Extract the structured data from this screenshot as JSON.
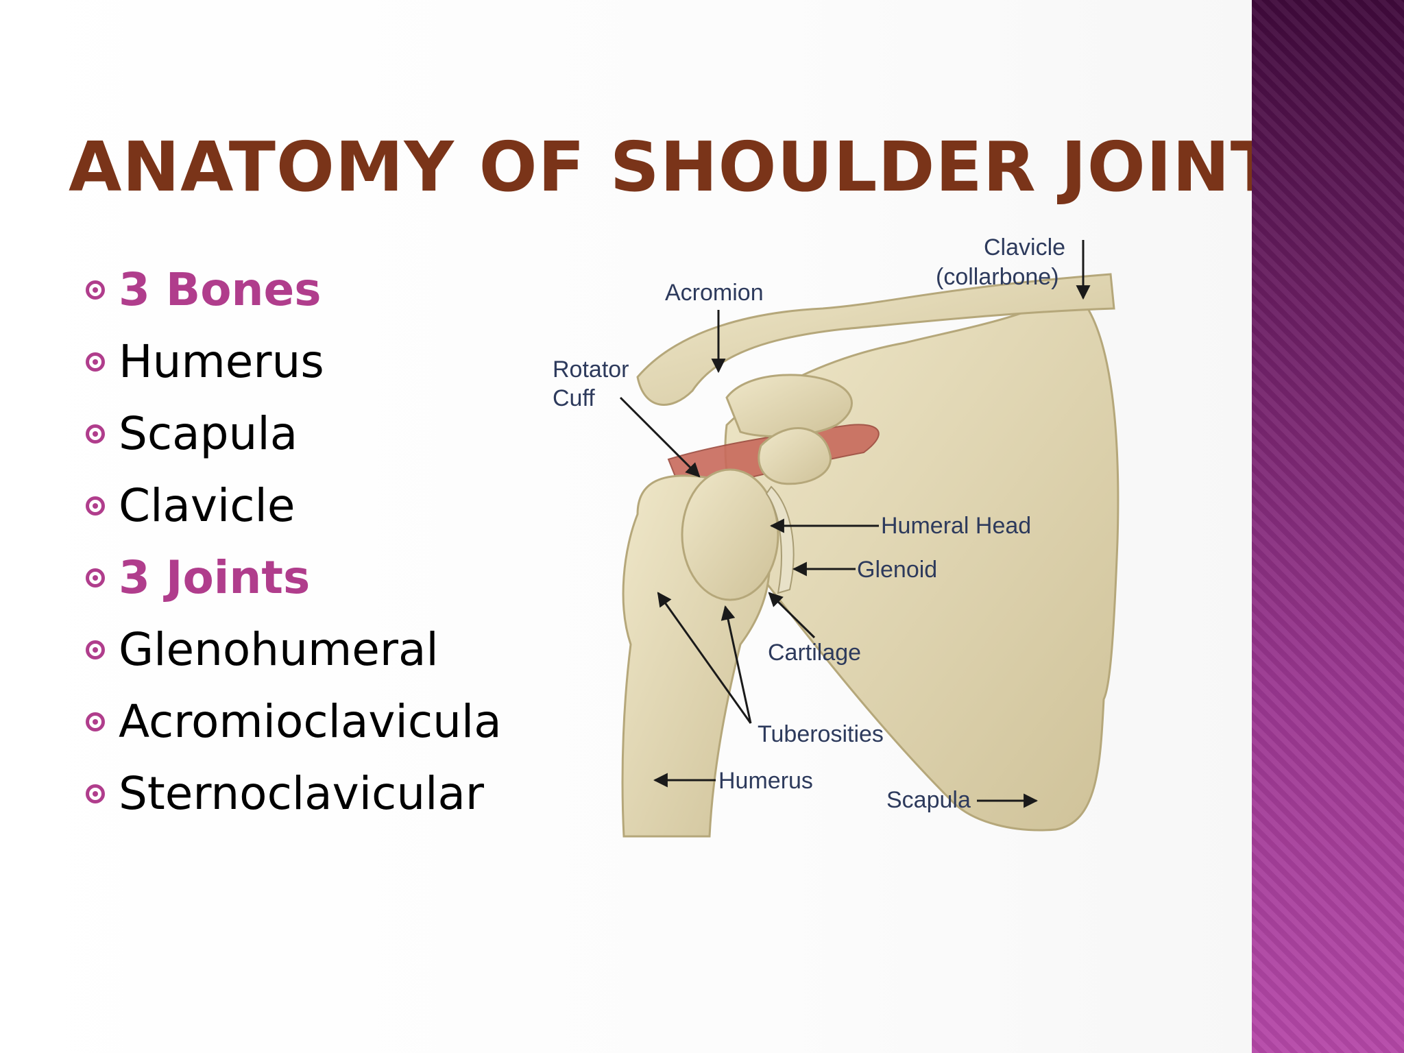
{
  "slide": {
    "title": "ANATOMY OF SHOULDER JOINT",
    "bullets": [
      {
        "text": "3 Bones",
        "highlight": true
      },
      {
        "text": "Humerus",
        "highlight": false
      },
      {
        "text": "Scapula",
        "highlight": false
      },
      {
        "text": "Clavicle",
        "highlight": false
      },
      {
        "text": "3 Joints",
        "highlight": true
      },
      {
        "text": "Glenohumeral",
        "highlight": false
      },
      {
        "text": "Acromioclavicular",
        "highlight": false
      },
      {
        "text": "Sternoclavicular",
        "highlight": false
      }
    ]
  },
  "diagram": {
    "labels": {
      "clavicle_line1": "Clavicle",
      "clavicle_line2": "(collarbone)",
      "acromion": "Acromion",
      "rotator_line1": "Rotator",
      "rotator_line2": "Cuff",
      "humeral_head": "Humeral Head",
      "glenoid": "Glenoid",
      "cartilage": "Cartilage",
      "tuberosities": "Tuberosities",
      "humerus": "Humerus",
      "scapula": "Scapula"
    }
  },
  "colors": {
    "title": "#7a3419",
    "accent": "#b03d8c",
    "bone": "#e3d9b6",
    "label": "#2d3a5c"
  }
}
